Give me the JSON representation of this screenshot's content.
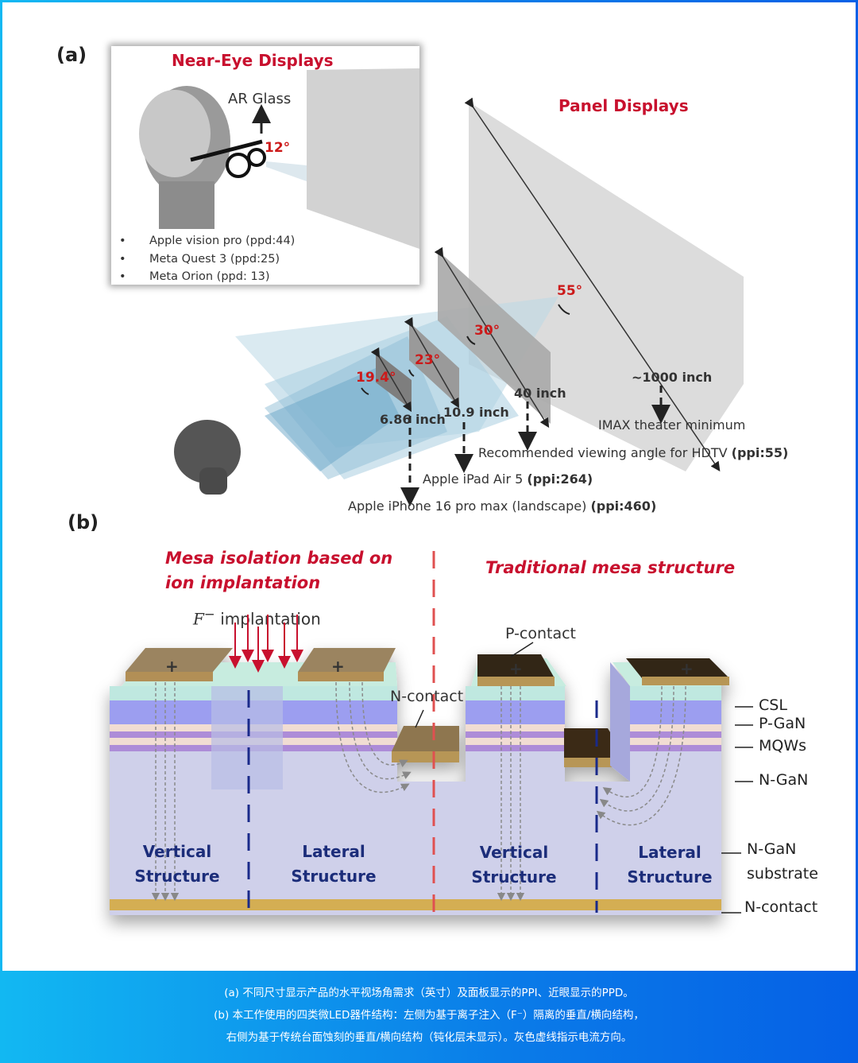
{
  "panel_a": {
    "label": "(a)",
    "near_eye": {
      "title": "Near-Eye Displays",
      "device_label": "AR Glass",
      "angle": "12°",
      "products": [
        "Apple vision pro (ppd:44)",
        "Meta Quest 3 (ppd:25)",
        "Meta Orion (ppd: 13)"
      ],
      "bullet": "•"
    },
    "panel_displays": {
      "title": "Panel Displays",
      "angles": [
        "19.4°",
        "23°",
        "30°",
        "55°"
      ],
      "sizes": [
        "6.86 inch",
        "10.9 inch",
        "40 inch",
        "~1000 inch"
      ],
      "products": [
        {
          "name": "Apple iPhone 16 pro max (landscape) ",
          "ppi": "(ppi:460)"
        },
        {
          "name": "Apple iPad Air 5 ",
          "ppi": "(ppi:264)"
        },
        {
          "name": "Recommended viewing angle for HDTV ",
          "ppi": "(ppi:55)"
        },
        {
          "name": "IMAX theater minimum",
          "ppi": ""
        }
      ]
    }
  },
  "panel_b": {
    "label": "(b)",
    "left_title": [
      "Mesa isolation based on",
      "ion implantation"
    ],
    "right_title": "Traditional mesa structure",
    "implantation_label": {
      "symbol": "F",
      "superscript": "−",
      "text": " implantation"
    },
    "p_contact_label": "P-contact",
    "n_contact_top_label": "N-contact",
    "layers": [
      "CSL",
      "P-GaN",
      "MQWs",
      "N-GaN",
      "N-GaN",
      "substrate",
      "N-contact"
    ],
    "structures": [
      [
        "Vertical",
        "Structure"
      ],
      [
        "Lateral",
        "Structure"
      ],
      [
        "Vertical",
        "Structure"
      ],
      [
        "Lateral",
        "Structure"
      ]
    ],
    "plus_sign": "+",
    "minus_sign": "-"
  },
  "caption": {
    "lines": [
      "(a) 不同尺寸显示产品的水平视场角需求（英寸）及面板显示的PPI、近眼显示的PPD。",
      "(b) 本工作使用的四类微LED器件结构：左侧为基于离子注入（F⁻）隔离的垂直/横向结构，",
      "右侧为基于传统台面蚀刻的垂直/横向结构（钝化层未显示）。灰色虚线指示电流方向。"
    ]
  },
  "colors": {
    "title_red": "#c8102e",
    "caption_gradient_start": "#12b8f2",
    "caption_gradient_end": "#0560e6",
    "structure_label": "#1c2d7a"
  }
}
